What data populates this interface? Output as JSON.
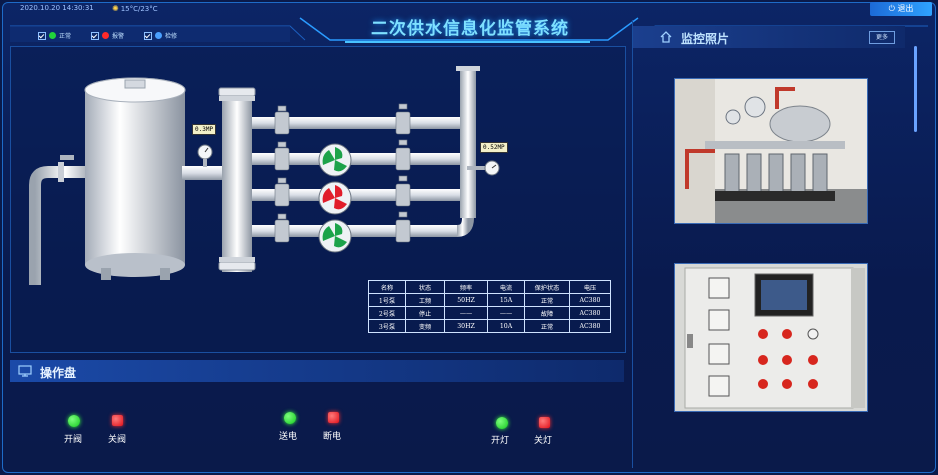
{
  "header": {
    "datetime": "2020.10.20  14:30:31",
    "weather": "15°C/23°C",
    "title": "二次供水信息化监管系统",
    "exit_label": "退出"
  },
  "legend": [
    {
      "label": "正常",
      "color": "#21d43a"
    },
    {
      "label": "报警",
      "color": "#ff2a2a"
    },
    {
      "label": "检修",
      "color": "#4aa0ff"
    }
  ],
  "gauges": {
    "left": "0.3MP",
    "right": "0.52MP"
  },
  "pump_table": {
    "headers": [
      "名称",
      "状态",
      "频率",
      "电流",
      "保护状态",
      "电压"
    ],
    "rows": [
      [
        "1号泵",
        "工频",
        "50HZ",
        "15A",
        "正常",
        "AC380"
      ],
      [
        "2号泵",
        "停止",
        "——",
        "——",
        "故障",
        "AC380"
      ],
      [
        "3号泵",
        "变频",
        "30HZ",
        "10A",
        "正常",
        "AC380"
      ]
    ]
  },
  "monitor": {
    "title": "监控照片",
    "more_label": "更多"
  },
  "operation": {
    "title": "操作盘",
    "buttons": [
      {
        "label": "开阀",
        "color": "#21d43a"
      },
      {
        "label": "关阀",
        "color": "#ff2a2a"
      },
      {
        "label": "送电",
        "color": "#21d43a"
      },
      {
        "label": "断电",
        "color": "#ff2a2a"
      },
      {
        "label": "开灯",
        "color": "#21d43a"
      },
      {
        "label": "关灯",
        "color": "#ff2a2a"
      }
    ]
  }
}
